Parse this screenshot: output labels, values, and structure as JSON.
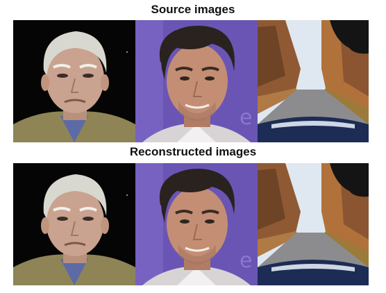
{
  "headings": {
    "source": "Source images",
    "reconstructed": "Reconstructed images"
  },
  "rows": [
    {
      "id": "source",
      "images": [
        "rendered-face",
        "man-portrait",
        "forest-road"
      ]
    },
    {
      "id": "reconstructed",
      "images": [
        "rendered-face",
        "man-portrait",
        "forest-road"
      ]
    }
  ],
  "colors": {
    "face1_bg": "#050505",
    "face1_skin": "#c9a38f",
    "face1_hair": "#d8d8d0",
    "face1_jacket": "#8e8455",
    "face2_bg": "#6a55b5",
    "face2_skin": "#c48e74",
    "face2_hair": "#2a221e",
    "road_sky": "#dfe8f0",
    "road_trees": "#b0723a",
    "road_asphalt": "#8c8c8e",
    "car_hood": "#1c2c54"
  }
}
